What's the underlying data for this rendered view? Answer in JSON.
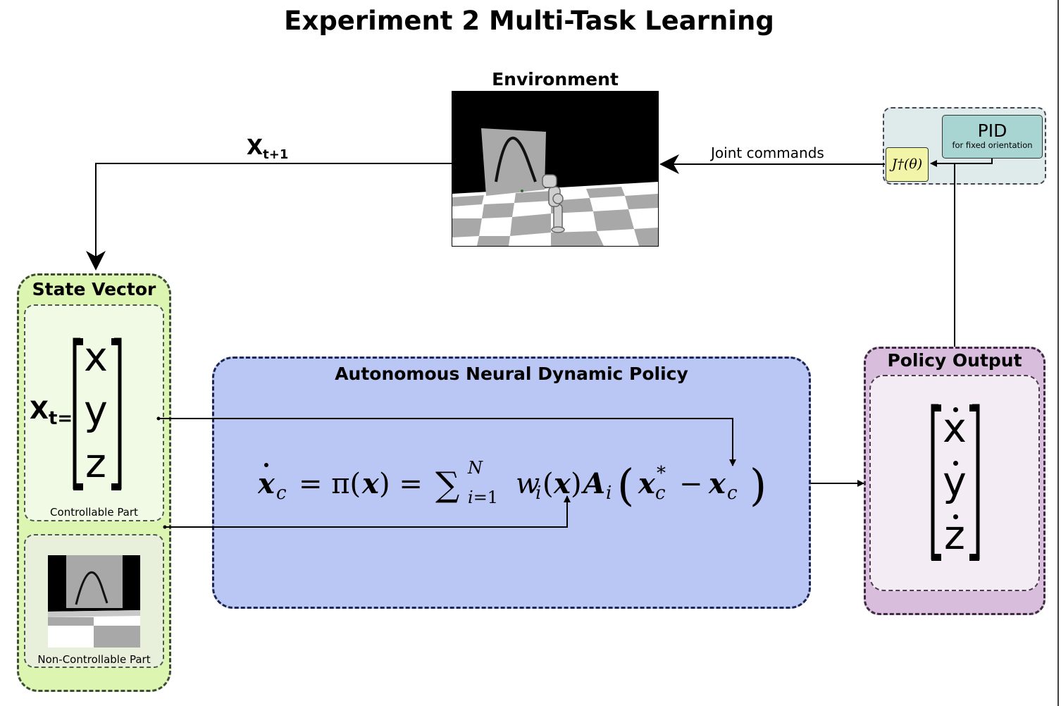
{
  "title": "Experiment 2 Multi-Task Learning",
  "environment": {
    "title": "Environment"
  },
  "feedback": {
    "x_next_base": "X",
    "x_next_sub": "t+1"
  },
  "joint": {
    "label": "Joint commands"
  },
  "controller": {
    "pid_title": "PID",
    "pid_subtitle": "for fixed orientation",
    "jacobian_label": "J†(θ)"
  },
  "state_vector": {
    "title": "State Vector",
    "xt_base": "X",
    "xt_sub": "t=",
    "vars": [
      "x",
      "y",
      "z"
    ],
    "controllable_label": "Controllable Part",
    "non_controllable_label": "Non-Controllable Part"
  },
  "policy": {
    "title": "Autonomous Neural Dynamic Policy",
    "equation": "ẋc = π(x) = ∑_{i=1}^{N} wi(x) Ai (x*c − xc)"
  },
  "policy_output": {
    "title": "Policy Output",
    "vars": [
      "x",
      "y",
      "z"
    ]
  },
  "colors": {
    "state_vector_bg": "#dcf5b0",
    "policy_bg": "#bac6f3",
    "policy_output_bg": "#d8bddd",
    "pid_bg": "#a8d4d2",
    "jacobian_bg": "#f2f4a8",
    "controller_group_bg": "#dfeaea"
  }
}
